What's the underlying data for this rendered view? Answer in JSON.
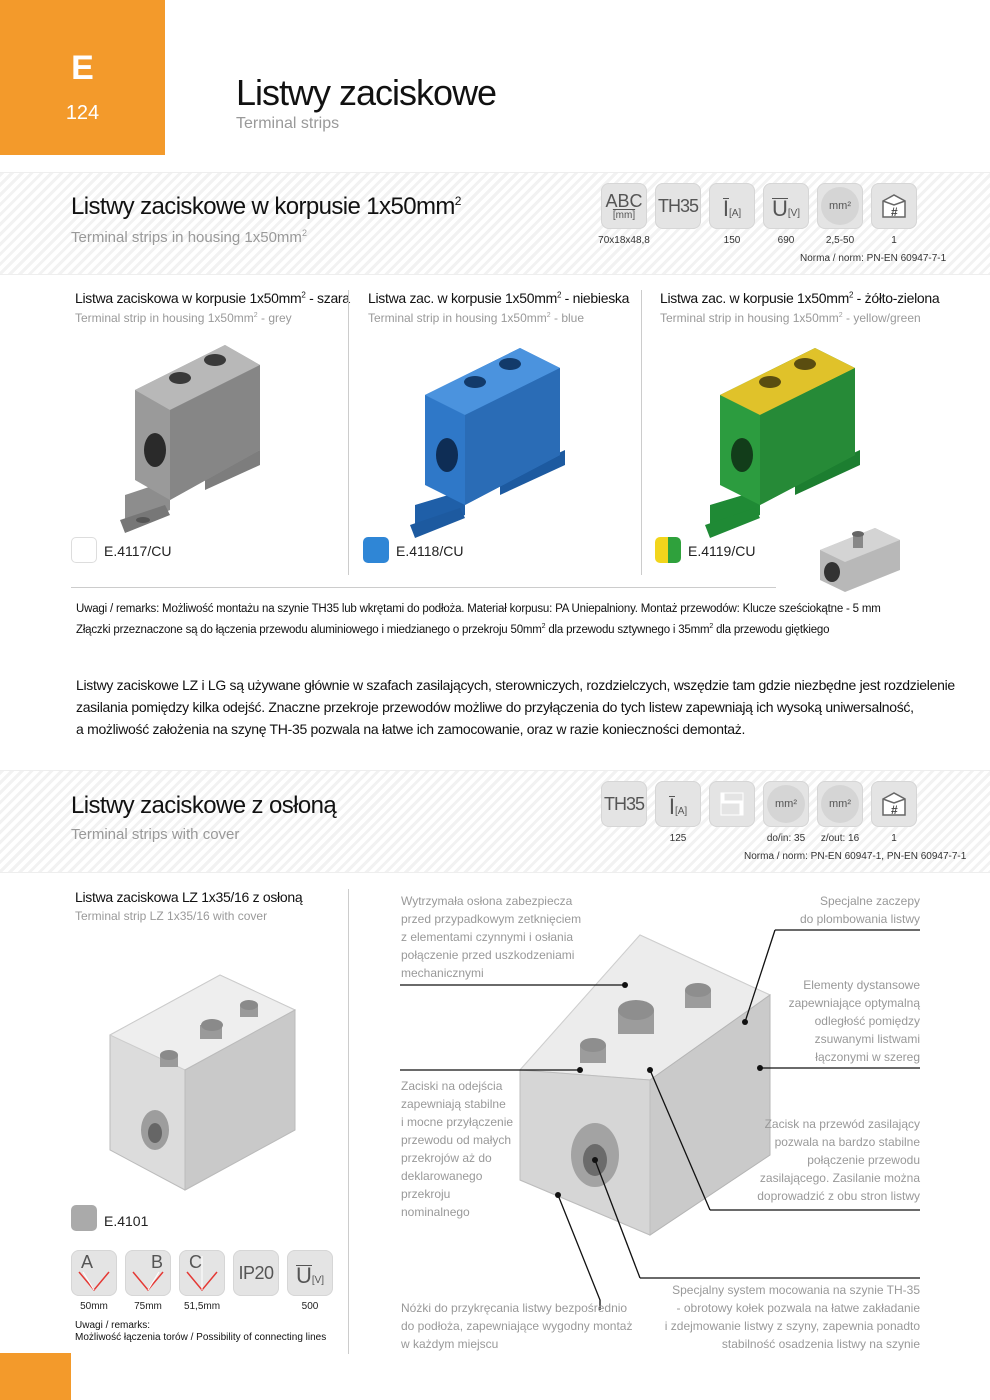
{
  "header": {
    "section_letter": "E",
    "page_number": "124",
    "title": "Listwy zaciskowe",
    "subtitle": "Terminal strips"
  },
  "section1": {
    "title": "Listwy zaciskowe w korpusie 1x50mm",
    "title_sup": "2",
    "subtitle": "Terminal strips in housing 1x50mm",
    "subtitle_sup": "2",
    "icons": [
      {
        "name": "dimensions-icon",
        "label": "ABC",
        "sub": "[mm]",
        "value": "70x18x48,8"
      },
      {
        "name": "th35-icon",
        "label": "TH35",
        "sub": "",
        "value": ""
      },
      {
        "name": "current-icon",
        "label": "I",
        "sub": "[A]",
        "value": "150"
      },
      {
        "name": "voltage-icon",
        "label": "U",
        "sub": "[V]",
        "value": "690"
      },
      {
        "name": "cross-section-icon",
        "label": "mm²",
        "sub": "",
        "value": "2,5-50"
      },
      {
        "name": "package-icon",
        "label": "#",
        "sub": "",
        "value": "1"
      }
    ],
    "norm": "Norma / norm: PN-EN 60947-7-1",
    "products": [
      {
        "title": "Listwa zaciskowa w korpusie 1x50mm",
        "title_tail": " - szara",
        "sub": "Terminal strip in housing 1x50mm",
        "sub_tail": " - grey",
        "code": "E.4117/CU",
        "color": "#bdbdbd"
      },
      {
        "title": "Listwa zac. w korpusie 1x50mm",
        "title_tail": " - niebieska",
        "sub": "Terminal strip in housing 1x50mm",
        "sub_tail": " - blue",
        "code": "E.4118/CU",
        "color": "#2f78c8"
      },
      {
        "title": "Listwa zac. w korpusie 1x50mm",
        "title_tail": " - żółto-zielona",
        "sub": "Terminal strip in housing 1x50mm",
        "sub_tail": " - yellow/green",
        "code": "E.4119/CU",
        "color": "#2c9c3f"
      }
    ],
    "remarks_line1": "Uwagi / remarks:  Możliwość montażu na szynie TH35 lub wkrętami do podłoża. Materiał korpusu: PA Uniepalniony. Montaż przewodów: Klucze sześciokątne - 5 mm",
    "remarks_line2a": "Złączki przeznaczone są do łączenia przewodu  aluminiowego i miedzianego o przekroju 50mm",
    "remarks_line2b": " dla przewodu sztywnego i 35mm",
    "remarks_line2c": " dla przewodu giętkiego"
  },
  "paragraph": {
    "line1": "Listwy zaciskowe LZ i LG są używane głównie w szafach zasilających, sterowniczych, rozdzielczych, wszędzie tam gdzie niezbędne jest rozdzielenie",
    "line2": "zasilania pomiędzy kilka odejść. Znaczne przekroje przewodów możliwe do przyłączenia do tych listew zapewniają ich wysoką uniwersalność,",
    "line3": "a możliwość założenia na szynę TH-35 pozwala na łatwe ich zamocowanie, oraz w razie konieczności demontaż."
  },
  "section2": {
    "title": "Listwy zaciskowe z osłoną",
    "subtitle": "Terminal strips with cover",
    "icons": [
      {
        "name": "th35-icon",
        "label": "TH35",
        "sub": "",
        "value": ""
      },
      {
        "name": "current-icon",
        "label": "I",
        "sub": "[A]",
        "value": "125"
      },
      {
        "name": "bridge-icon",
        "label": "",
        "sub": "",
        "value": ""
      },
      {
        "name": "cross-section-in-icon",
        "label": "mm²",
        "sub": "",
        "value": "do/in: 35"
      },
      {
        "name": "cross-section-out-icon",
        "label": "mm²",
        "sub": "",
        "value": "z/out: 16"
      },
      {
        "name": "package-icon",
        "label": "#",
        "sub": "",
        "value": "1"
      }
    ],
    "norm": "Norma / norm: PN-EN 60947-1, PN-EN 60947-7-1",
    "product": {
      "title": "Listwa zaciskowa LZ 1x35/16 z osłoną",
      "sub": "Terminal strip LZ 1x35/16  with cover",
      "code": "E.4101",
      "color": "#aaaaaa"
    },
    "dims": [
      {
        "name": "dimension-a-icon",
        "label": "A",
        "value": "50mm"
      },
      {
        "name": "dimension-b-icon",
        "label": "B",
        "value": "75mm"
      },
      {
        "name": "dimension-c-icon",
        "label": "C",
        "value": "51,5mm"
      },
      {
        "name": "ip-rating-icon",
        "label": "IP20",
        "value": ""
      },
      {
        "name": "voltage-icon",
        "label": "U",
        "sub": "[V]",
        "value": "500"
      }
    ],
    "remarks_label": "Uwagi / remarks:",
    "remarks_text": "Możliwość łączenia torów / Possibility of connecting lines",
    "callouts": {
      "cover": [
        "Wytrzymała osłona zabezpiecza",
        "przed przypadkowym zetknięciem",
        "z elementami czynnymi i osłania",
        "połączenie przed uszkodzeniami",
        "mechanicznymi"
      ],
      "clamps": [
        "Zaciski na odejścia",
        "zapewniają stabilne",
        "i mocne przyłączenie",
        "przewodu od małych",
        "przekrojów aż do",
        "deklarowanego",
        "przekroju",
        "nominalnego"
      ],
      "feet": [
        "Nóżki do przykręcania listwy bezpośrednio",
        "do podłoża, zapewniające wygodny montaż",
        "w każdym miejscu"
      ],
      "seal": [
        "Specjalne zaczepy",
        "do plombowania listwy"
      ],
      "spacers": [
        "Elementy dystansowe",
        "zapewniające optymalną",
        "odległość pomiędzy",
        "zsuwanymi listwami",
        "łączonymi w szereg"
      ],
      "supply": [
        "Zacisk na przewód zasilający",
        "pozwala na bardzo stabilne",
        "połączenie przewodu",
        "zasilającego. Zasilanie można",
        "doprowadzić z obu stron listwy"
      ],
      "mount": [
        "Specjalny system mocowania na szynie TH-35",
        "- obrotowy kołek pozwala na łatwe zakładanie",
        "i zdejmowanie listwy z szyny, zapewnia ponadto",
        "stabilność osadzenia listwy na szynie"
      ]
    }
  }
}
